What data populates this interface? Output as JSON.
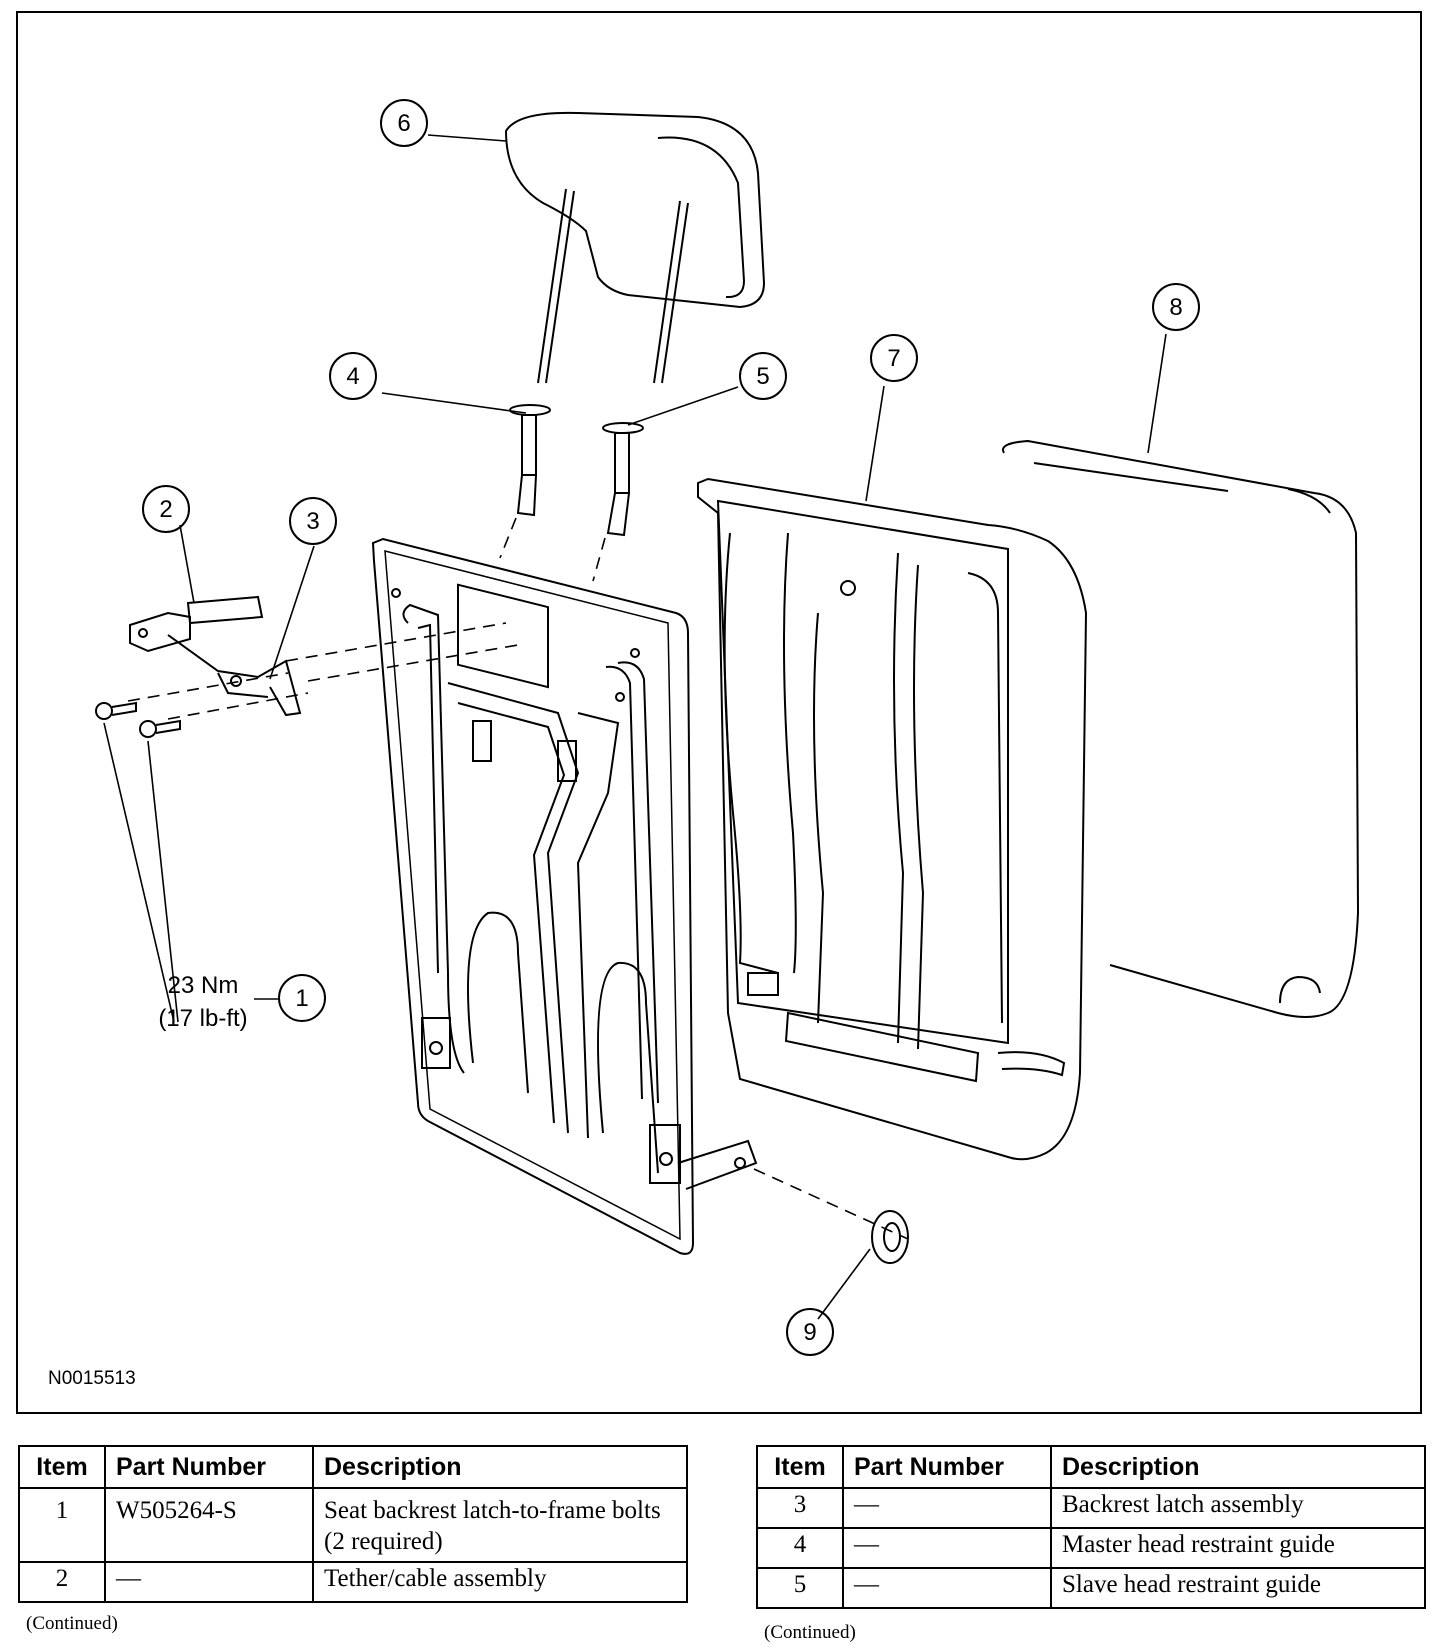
{
  "figure": {
    "id": "N0015513",
    "torque": {
      "line1": "23 Nm",
      "line2": "(17 lb-ft)"
    },
    "callouts": [
      "1",
      "2",
      "3",
      "4",
      "5",
      "6",
      "7",
      "8",
      "9"
    ]
  },
  "tables": [
    {
      "headers": {
        "item": "Item",
        "part_number": "Part Number",
        "description": "Description"
      },
      "rows": [
        {
          "item": "1",
          "part_number": "W505264-S",
          "description": "Seat backrest latch-to-frame bolts (2 required)"
        },
        {
          "item": "2",
          "part_number": "—",
          "description": "Tether/cable assembly"
        }
      ],
      "continued": "(Continued)"
    },
    {
      "headers": {
        "item": "Item",
        "part_number": "Part Number",
        "description": "Description"
      },
      "rows": [
        {
          "item": "3",
          "part_number": "—",
          "description": "Backrest latch assembly"
        },
        {
          "item": "4",
          "part_number": "—",
          "description": "Master head restraint guide"
        },
        {
          "item": "5",
          "part_number": "—",
          "description": "Slave head restraint guide"
        }
      ],
      "continued": "(Continued)"
    }
  ]
}
